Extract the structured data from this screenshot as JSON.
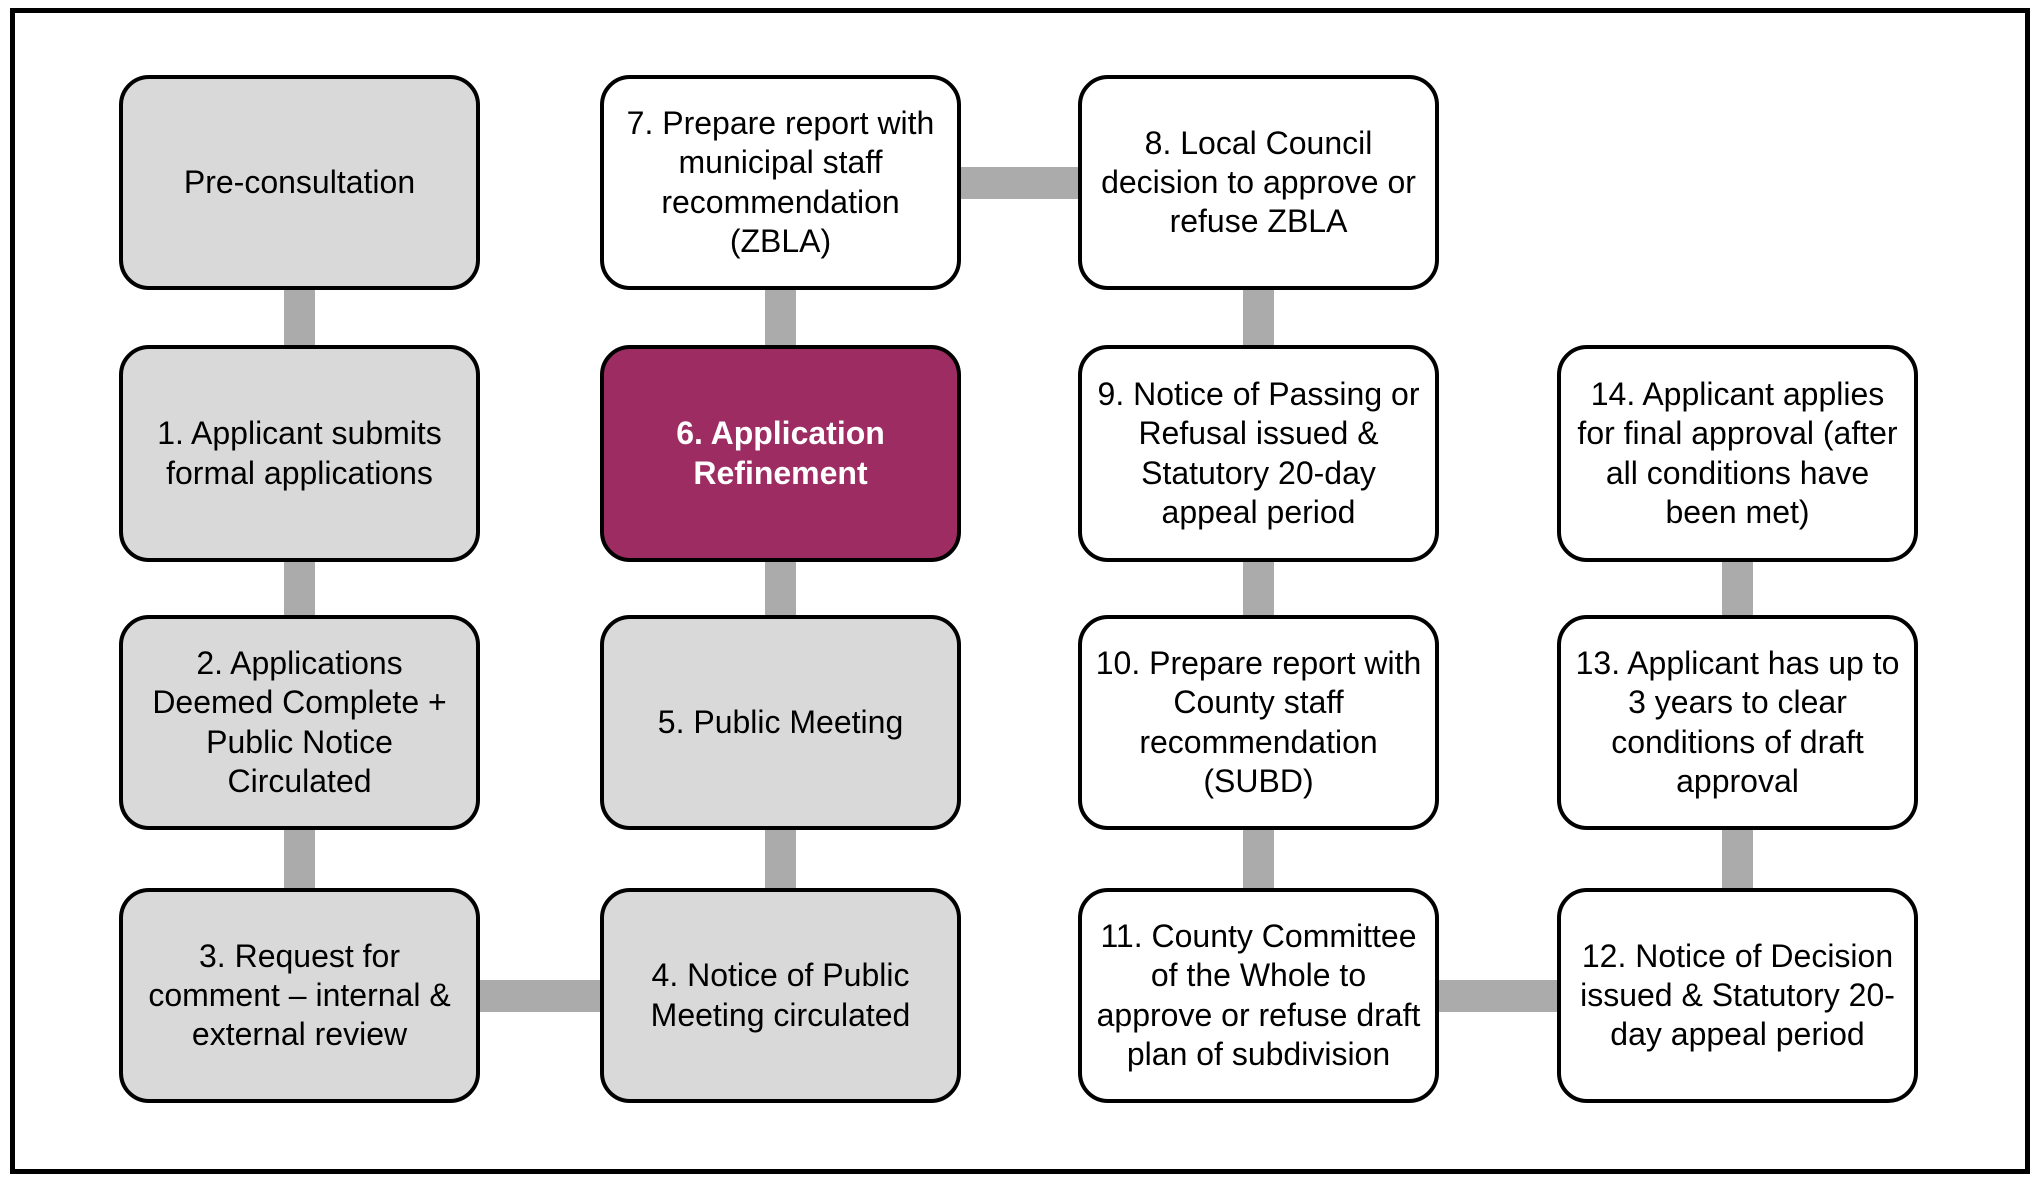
{
  "diagram": {
    "type": "flowchart",
    "colors": {
      "background": "#ffffff",
      "frame_border": "#000000",
      "box_border": "#000000",
      "box_gray": "#d9d9d9",
      "box_white": "#ffffff",
      "box_highlight": "#9d2c63",
      "highlight_text": "#ffffff",
      "connector": "#ababab",
      "text": "#000000"
    },
    "nodes": [
      {
        "label": "Pre-consultation",
        "fill": "gray",
        "col": 1,
        "row": 1
      },
      {
        "label": "1. Applicant submits formal applications",
        "fill": "gray",
        "col": 1,
        "row": 2
      },
      {
        "label": "2. Applications Deemed Complete + Public Notice Circulated",
        "fill": "gray",
        "col": 1,
        "row": 3
      },
      {
        "label": "3. Request for comment – internal & external review",
        "fill": "gray",
        "col": 1,
        "row": 4
      },
      {
        "label": "4. Notice of Public Meeting circulated",
        "fill": "gray",
        "col": 2,
        "row": 4
      },
      {
        "label": "5. Public Meeting",
        "fill": "gray",
        "col": 2,
        "row": 3
      },
      {
        "label": "6. Application Refinement",
        "fill": "highlight",
        "col": 2,
        "row": 2
      },
      {
        "label": "7. Prepare report with municipal staff recommendation (ZBLA)",
        "fill": "white",
        "col": 2,
        "row": 1
      },
      {
        "label": "8. Local Council decision to approve or refuse ZBLA",
        "fill": "white",
        "col": 3,
        "row": 1
      },
      {
        "label": "9. Notice of Passing or Refusal issued & Statutory 20-day appeal period",
        "fill": "white",
        "col": 3,
        "row": 2
      },
      {
        "label": "10. Prepare report with County staff recommendation (SUBD)",
        "fill": "white",
        "col": 3,
        "row": 3
      },
      {
        "label": "11. County Committee of the Whole to approve or refuse draft plan of subdivision",
        "fill": "white",
        "col": 3,
        "row": 4
      },
      {
        "label": "12. Notice of Decision issued & Statutory 20-day appeal period",
        "fill": "white",
        "col": 4,
        "row": 4
      },
      {
        "label": "13. Applicant has up to 3 years to clear conditions of draft approval",
        "fill": "white",
        "col": 4,
        "row": 3
      },
      {
        "label": "14. Applicant applies for final approval (after all conditions have been met)",
        "fill": "white",
        "col": 4,
        "row": 2
      }
    ],
    "edges": [
      {
        "from": 0,
        "to": 1
      },
      {
        "from": 1,
        "to": 2
      },
      {
        "from": 2,
        "to": 3
      },
      {
        "from": 3,
        "to": 4
      },
      {
        "from": 4,
        "to": 5
      },
      {
        "from": 5,
        "to": 6
      },
      {
        "from": 6,
        "to": 7
      },
      {
        "from": 7,
        "to": 8
      },
      {
        "from": 8,
        "to": 9
      },
      {
        "from": 9,
        "to": 10
      },
      {
        "from": 10,
        "to": 11
      },
      {
        "from": 11,
        "to": 12
      },
      {
        "from": 12,
        "to": 13
      },
      {
        "from": 13,
        "to": 14
      }
    ]
  }
}
